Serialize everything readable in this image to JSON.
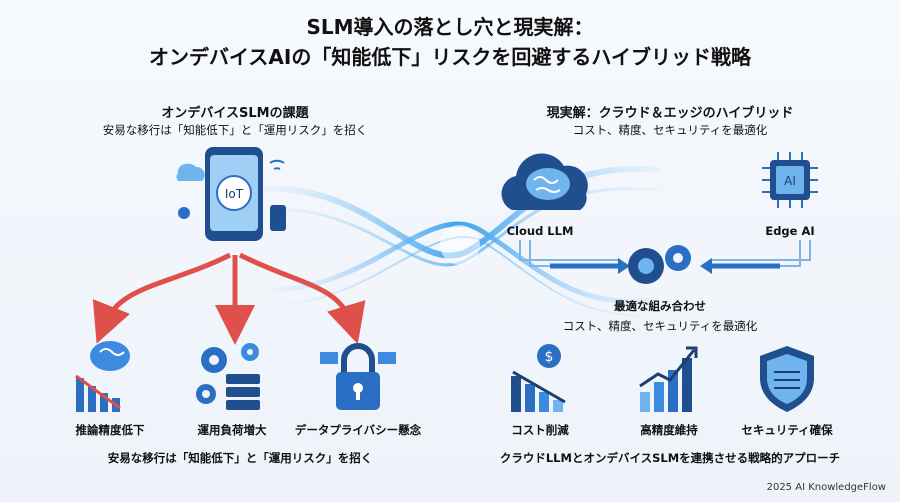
{
  "title": {
    "line1": "SLM導入の落とし穴と現実解：",
    "line2": "オンデバイスAIの「知能低下」リスクを回避するハイブリッド戦略"
  },
  "left": {
    "heading": "オンデバイスSLMの課題",
    "subheading": "安易な移行は「知能低下」と「運用リスク」を招く",
    "device_label": "IoT",
    "items": [
      {
        "label": "推論精度低下",
        "icon": "brain-decline-chart-icon"
      },
      {
        "label": "運用負荷増大",
        "icon": "gears-server-icon"
      },
      {
        "label": "データプライバシー懸念",
        "icon": "padlock-icon"
      }
    ],
    "footer": "安易な移行は「知能低下」と「運用リスク」を招く"
  },
  "right": {
    "heading": "現実解：クラウド＆エッジのハイブリッド",
    "subheading": "コスト、精度、セキュリティを最適化",
    "cloud_label": "Cloud LLM",
    "edge_label": "Edge AI",
    "chip_text": "AI",
    "combo_title": "最適な組み合わせ",
    "combo_sub": "コスト、精度、セキュリティを最適化",
    "items": [
      {
        "label": "コスト削減",
        "icon": "cost-down-chart-icon"
      },
      {
        "label": "高精度維持",
        "icon": "growth-chart-icon"
      },
      {
        "label": "セキュリティ確保",
        "icon": "shield-icon"
      }
    ],
    "footer": "クラウドLLMとオンデバイスSLMを連携させる戦略的アプローチ"
  },
  "credit": "2025 AI KnowledgeFlow",
  "colors": {
    "accent_blue": "#2a6fc4",
    "dark_blue": "#1c3f73",
    "arrow_red": "#e0504a",
    "wave_blue": "#7fc3f5"
  }
}
